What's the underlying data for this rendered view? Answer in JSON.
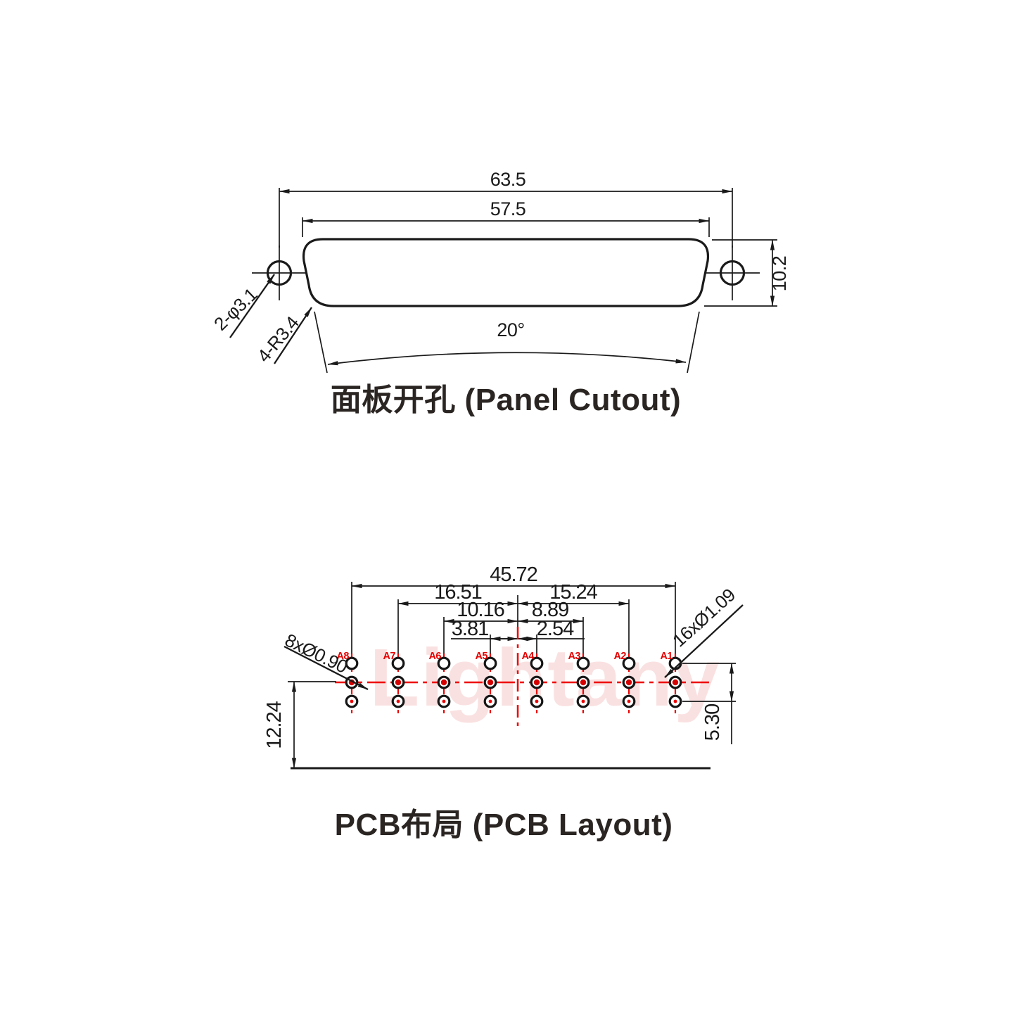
{
  "watermark": "Lightany",
  "panel_cutout": {
    "title": "面板开孔 (Panel Cutout)",
    "overall_width": "63.5",
    "cutout_width": "57.5",
    "cutout_height": "10.2",
    "side_angle": "20°",
    "mounting_holes_label": "2-φ3.1",
    "corner_radius_label": "4-R3.4"
  },
  "pcb_layout": {
    "title": "PCB布局 (PCB Layout)",
    "span_total": "45.72",
    "span_a7_center": "16.51",
    "span_center_a2": "15.24",
    "span_a6_center": "10.16",
    "span_center_a3": "8.89",
    "span_a5_center": "3.81",
    "span_center_a4": "2.54",
    "row_spacing": "5.30",
    "edge_distance": "12.24",
    "center_holes_label": "8xØ0.90",
    "outer_holes_label": "16xØ1.09",
    "pin_labels": [
      "A8",
      "A7",
      "A6",
      "A5",
      "A4",
      "A3",
      "A2",
      "A1"
    ]
  },
  "colors": {
    "line": "#1a1a1a",
    "red": "#ee0000",
    "label_red": "#e60000",
    "watermark_pink": "#f6caca"
  }
}
